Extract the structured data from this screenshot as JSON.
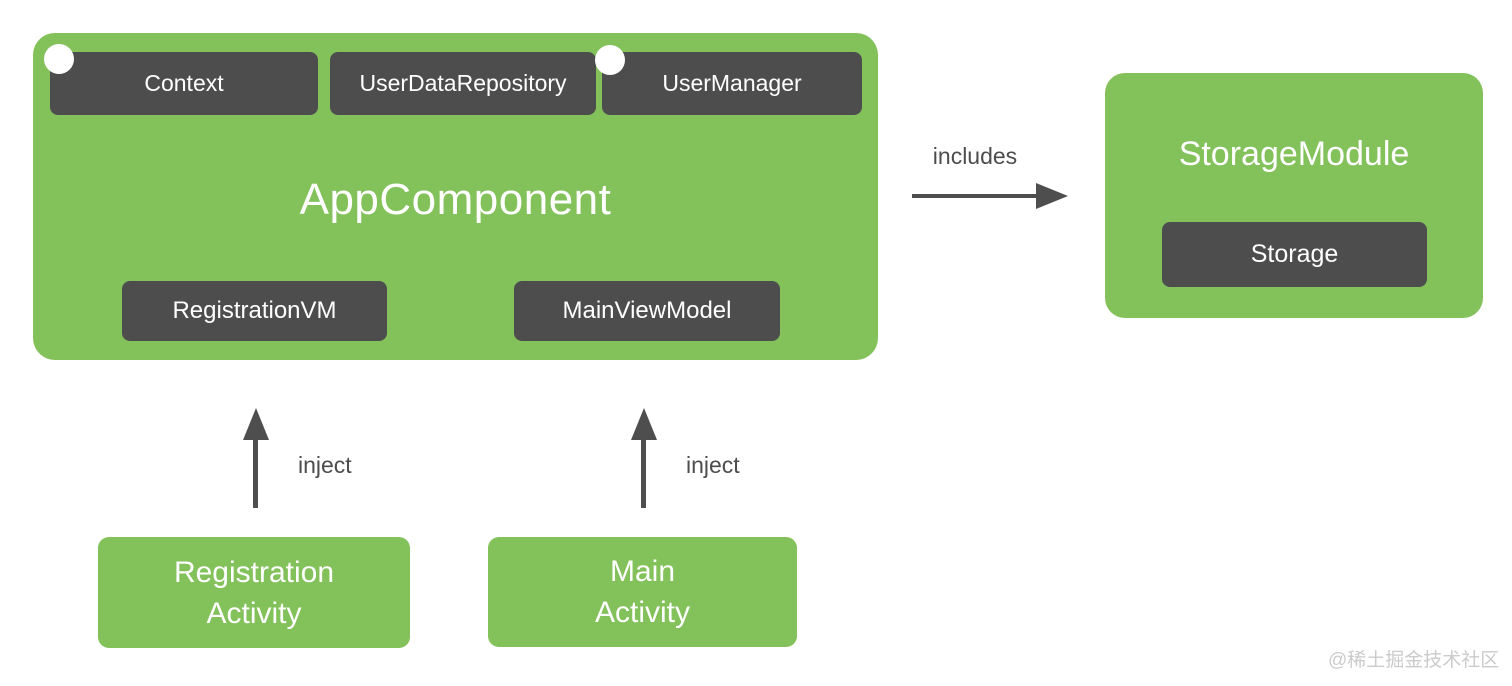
{
  "colors": {
    "green": "#83C15B",
    "dark": "#4D4D4D",
    "arrow": "#4E4E4E",
    "label": "#4D4D4D",
    "text_light": "#FFFFFF",
    "watermark": "#CBCBCB",
    "bg": "#FFFFFF"
  },
  "app_component": {
    "title": "AppComponent",
    "dependencies": [
      {
        "label": "Context",
        "has_dot": true
      },
      {
        "label": "UserDataRepository",
        "has_dot": false
      },
      {
        "label": "UserManager",
        "has_dot": true
      }
    ],
    "view_models": [
      {
        "label": "RegistrationVM"
      },
      {
        "label": "MainViewModel"
      }
    ]
  },
  "storage_module": {
    "title": "StorageModule",
    "binding": "Storage"
  },
  "edges": {
    "includes_label": "includes",
    "inject_registration_label": "inject",
    "inject_main_label": "inject"
  },
  "activities": [
    {
      "line1": "Registration",
      "line2": "Activity"
    },
    {
      "line1": "Main",
      "line2": "Activity"
    }
  ],
  "watermark": "@稀土掘金技术社区"
}
